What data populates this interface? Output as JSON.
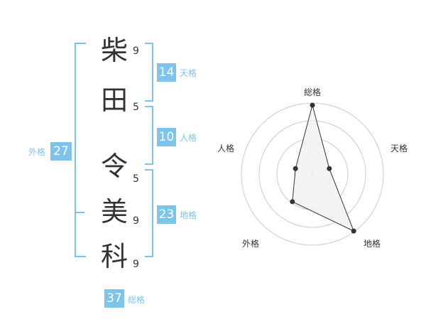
{
  "name": {
    "characters": [
      {
        "char": "柴",
        "strokes": "9"
      },
      {
        "char": "田",
        "strokes": "5"
      },
      {
        "char": "令",
        "strokes": "5"
      },
      {
        "char": "美",
        "strokes": "9"
      },
      {
        "char": "科",
        "strokes": "9"
      }
    ]
  },
  "fortunes": {
    "tenkaku": {
      "value": "14",
      "label": "天格"
    },
    "jinkaku": {
      "value": "10",
      "label": "人格"
    },
    "chikaku": {
      "value": "23",
      "label": "地格"
    },
    "gaikaku": {
      "value": "27",
      "label": "外格"
    },
    "soukaku": {
      "value": "37",
      "label": "総格"
    }
  },
  "chart_data": {
    "type": "radar",
    "axes": [
      "総格",
      "天格",
      "地格",
      "外格",
      "人格"
    ],
    "values": [
      0.97,
      0.25,
      0.99,
      0.48,
      0.25
    ],
    "range": [
      0,
      1
    ],
    "rings": 4,
    "colors": {
      "accent": "#7cc4ec",
      "fill": "#f2f2f2",
      "line": "#333333",
      "ring": "#cccccc"
    }
  }
}
